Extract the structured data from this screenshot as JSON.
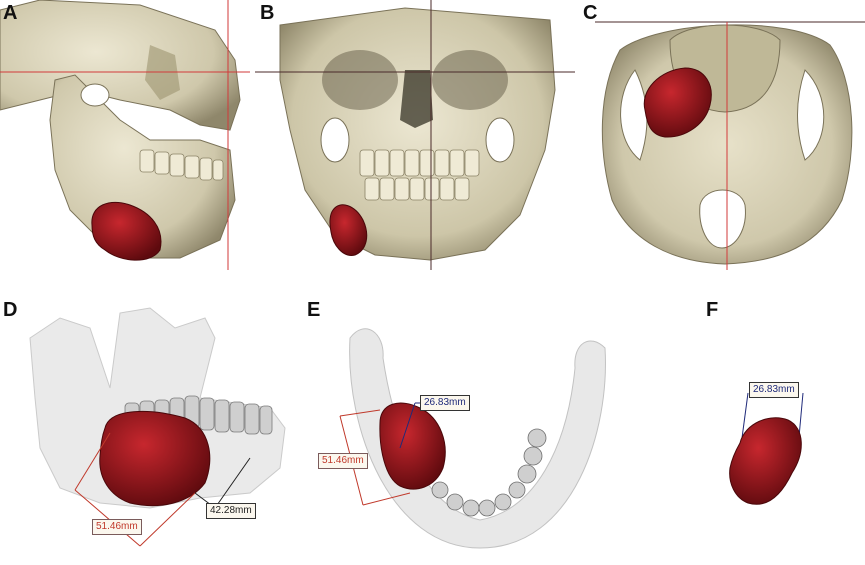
{
  "colors": {
    "bone": "#d8d2b8",
    "bone_shadow": "#8f876b",
    "tumor": "#a3141b",
    "tumor_dark": "#5e0a0e",
    "crosshair_red": "#d23a3a",
    "crosshair_dark": "#4a2a2a",
    "translucent_bone": "#c9c9c9",
    "tooth": "#d9d9d9",
    "label_red": "#c0392b",
    "label_blue": "#1f2a7a"
  },
  "panels": [
    {
      "id": "A",
      "letter": "A",
      "view": "3D CT lateral view of skull with tumor at mandible angle"
    },
    {
      "id": "B",
      "letter": "B",
      "view": "3D CT frontal view of skull"
    },
    {
      "id": "C",
      "letter": "C",
      "view": "3D CT inferior view of skull base"
    },
    {
      "id": "D",
      "letter": "D",
      "view": "Translucent mandible oblique view with tumor and measurements"
    },
    {
      "id": "E",
      "letter": "E",
      "view": "Translucent mandible axial view with tumor and measurements"
    },
    {
      "id": "F",
      "letter": "F",
      "view": "Isolated tumor segmentation"
    }
  ],
  "measurements": {
    "d_length": "51.46mm",
    "d_height": "42.28mm",
    "e_length": "51.46mm",
    "e_width": "26.83mm",
    "f_width": "26.83mm"
  }
}
